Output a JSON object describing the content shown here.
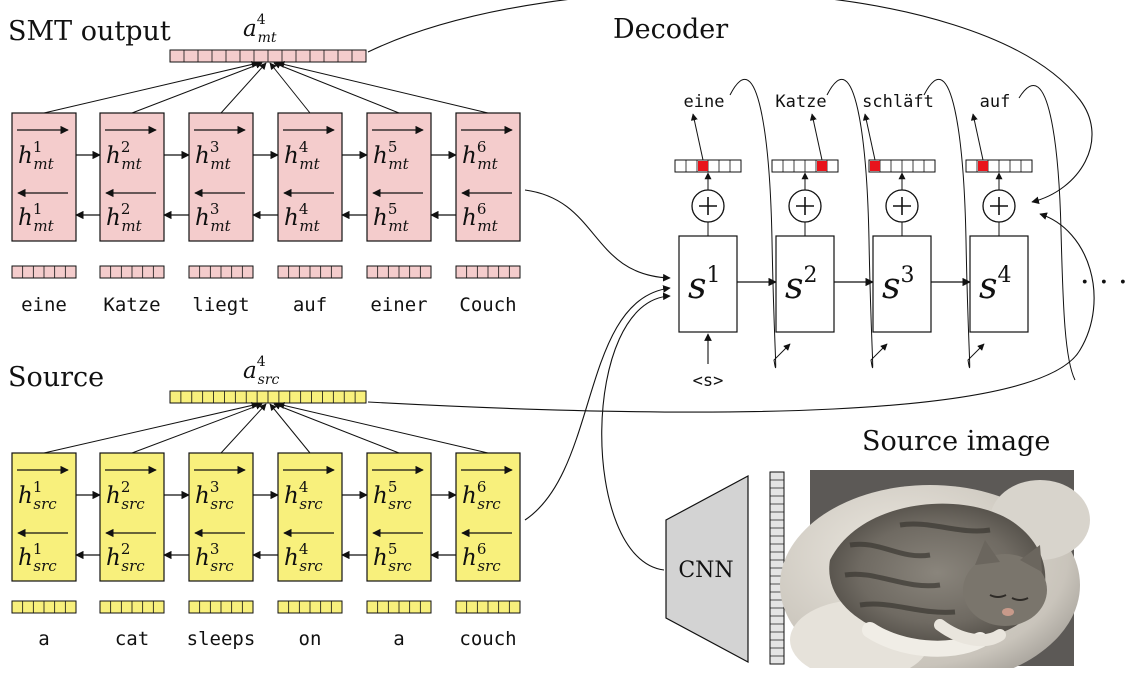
{
  "sections": {
    "smt_title": "SMT output",
    "smt_attention": "a",
    "smt_attention_sup": "4",
    "smt_attention_sub": "mt",
    "source_title": "Source",
    "source_attention": "a",
    "source_attention_sup": "4",
    "source_attention_sub": "src",
    "decoder_title": "Decoder",
    "image_title": "Source image",
    "cnn_label": "CNN",
    "ellipsis": "· · ·"
  },
  "smt": {
    "h_letter": "h",
    "h_sub": "mt",
    "indices": [
      "1",
      "2",
      "3",
      "4",
      "5",
      "6"
    ],
    "tokens": [
      "eine",
      "Katze",
      "liegt",
      "auf",
      "einer",
      "Couch"
    ],
    "fill": "#f4cccc"
  },
  "source": {
    "h_letter": "h",
    "h_sub": "src",
    "indices": [
      "1",
      "2",
      "3",
      "4",
      "5",
      "6"
    ],
    "tokens": [
      "a",
      "cat",
      "sleeps",
      "on",
      "a",
      "couch"
    ],
    "fill": "#f8f07c"
  },
  "decoder": {
    "s_letter": "s",
    "states": [
      "1",
      "2",
      "3",
      "4"
    ],
    "outputs": [
      "eine",
      "Katze",
      "schläft",
      "auf"
    ],
    "start_token": "<s>",
    "plus_symbol": "+",
    "highlight_color": "#e8141c"
  },
  "icons": {
    "cnn": "trapezoid-network",
    "photo": "cat-photo"
  }
}
